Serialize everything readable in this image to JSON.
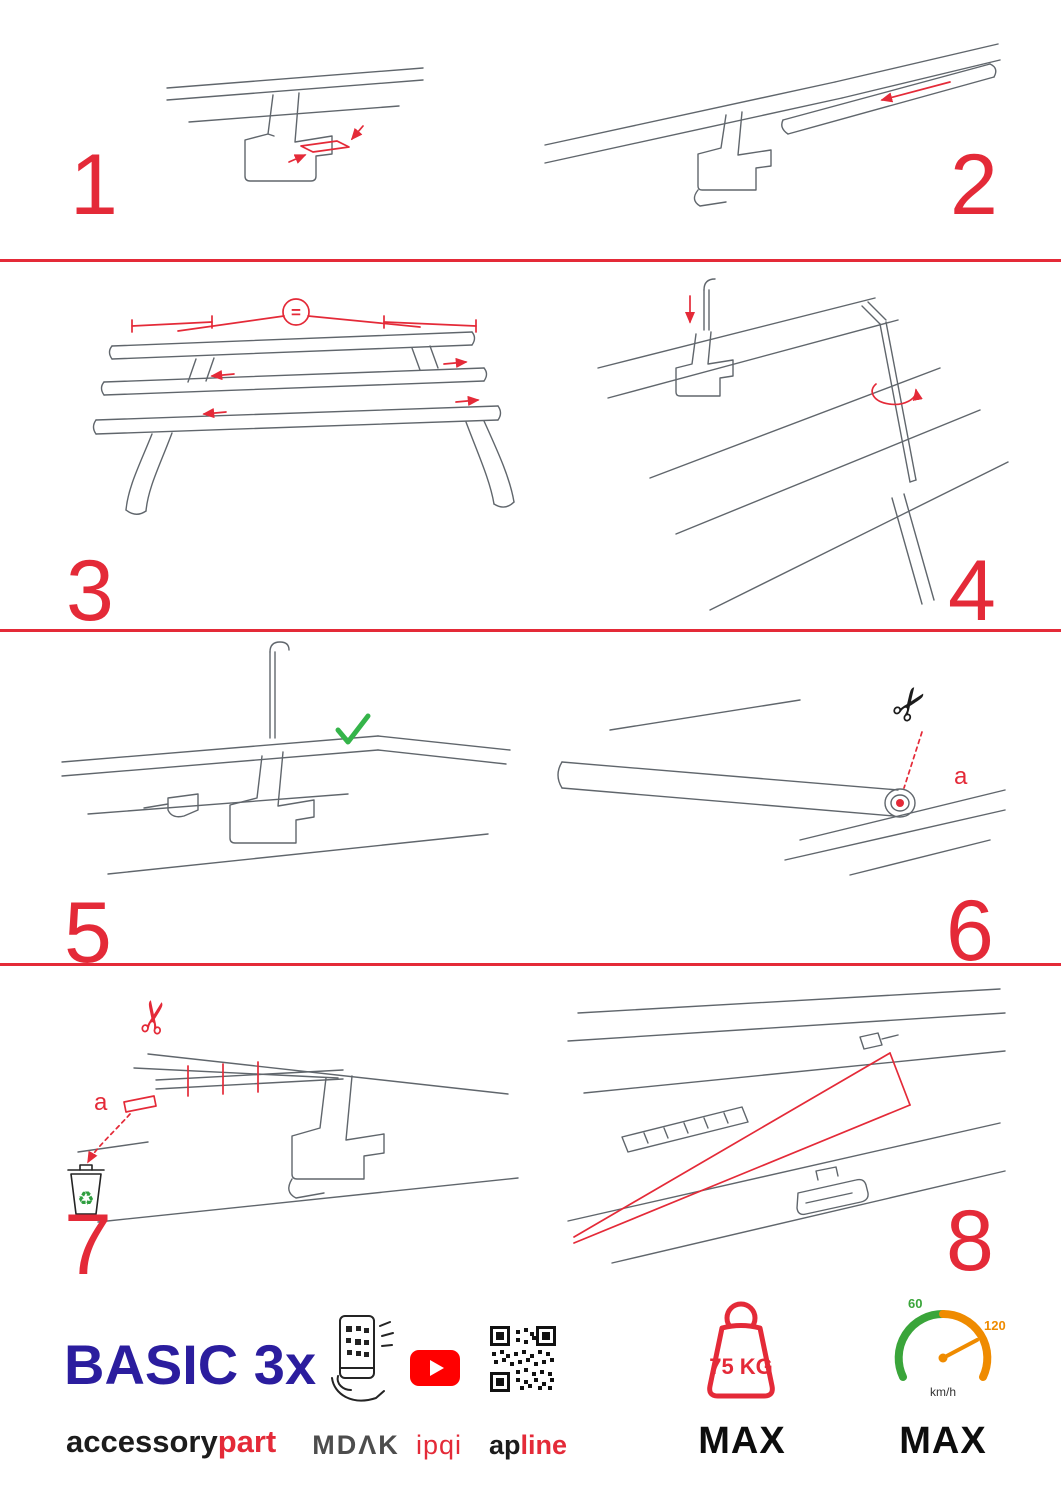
{
  "page": {
    "accent_color": "#e42a38",
    "background": "#ffffff"
  },
  "steps": [
    {
      "number": "1"
    },
    {
      "number": "2"
    },
    {
      "number": "3"
    },
    {
      "number": "4"
    },
    {
      "number": "5"
    },
    {
      "number": "6"
    },
    {
      "number": "7"
    },
    {
      "number": "8"
    }
  ],
  "annotations": {
    "equal_spacing": "=",
    "cut_label_step6": "a",
    "cut_label_step7": "a"
  },
  "icons": {
    "scissors": "✂",
    "recycle": "♻",
    "check": "✓"
  },
  "footer": {
    "product_name": "BASIC 3x",
    "brand": {
      "black": "accessory",
      "red": "part"
    },
    "partner_logos": {
      "mdak": "MDΛK",
      "ipqi": "ipqi",
      "apline_black": "ap",
      "apline_red": "line"
    },
    "weight_limit": {
      "value": "75 KG",
      "label": "MAX"
    },
    "speed_limit": {
      "tick_low": "60",
      "tick_high": "120",
      "unit": "km/h",
      "label": "MAX"
    }
  }
}
